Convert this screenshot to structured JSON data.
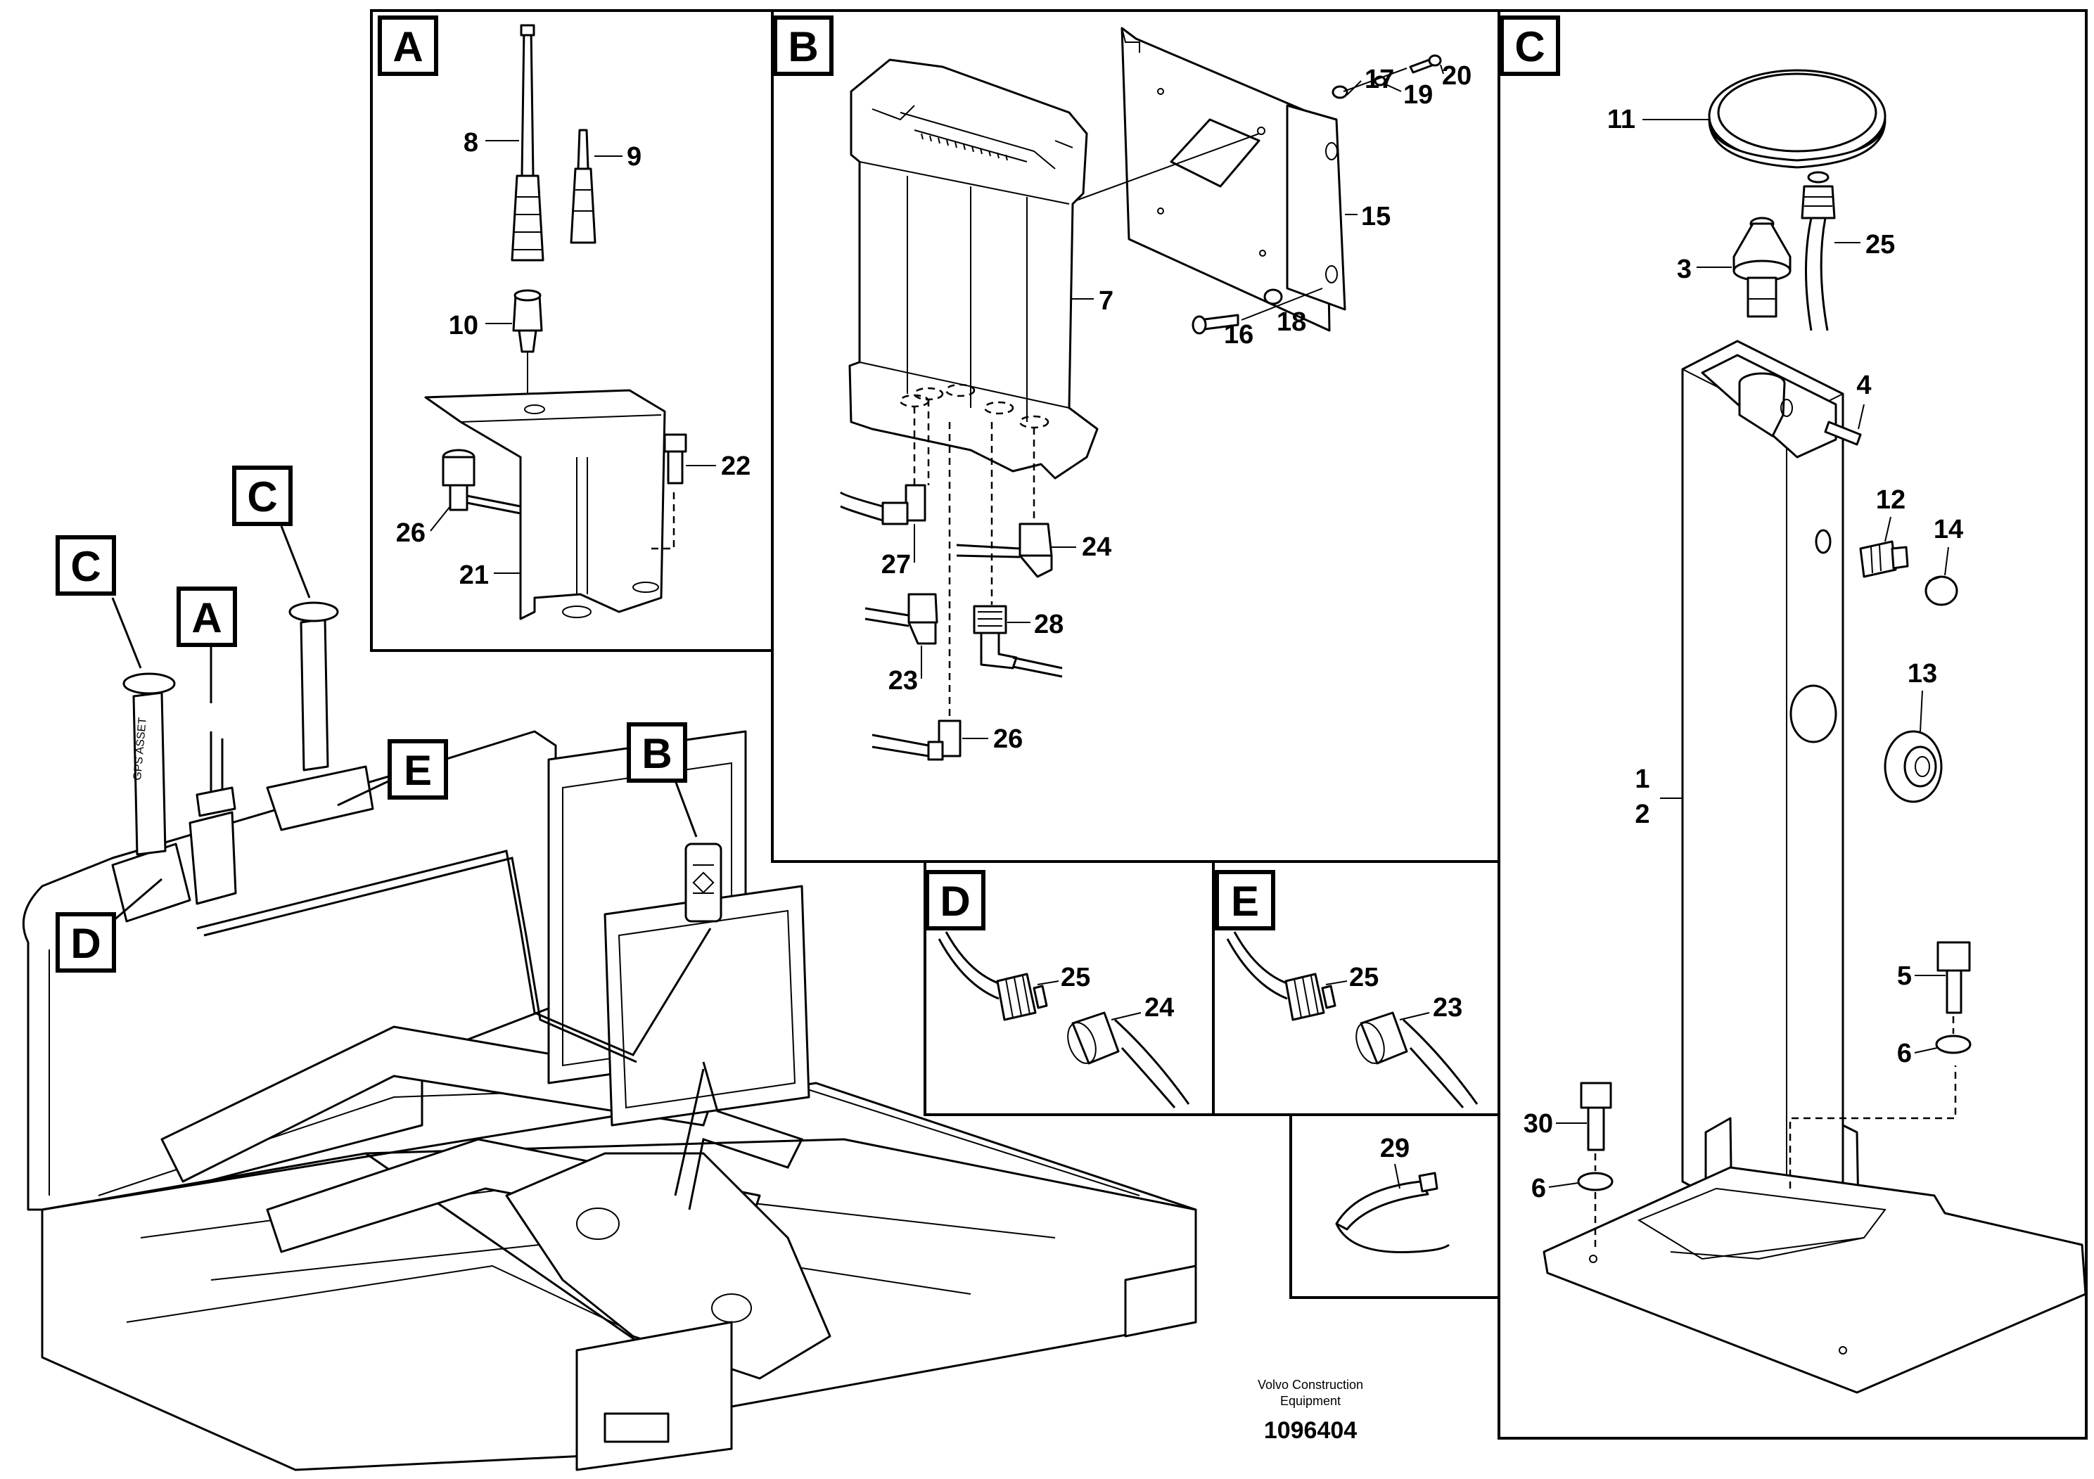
{
  "panels": {
    "A": "A",
    "B": "B",
    "C": "C",
    "D": "D",
    "E": "E"
  },
  "overview_labels": {
    "c_left": "C",
    "a": "A",
    "c_right": "C",
    "e": "E",
    "b": "B",
    "d": "D"
  },
  "parts": {
    "p1": "1",
    "p2": "2",
    "p3": "3",
    "p4": "4",
    "p5": "5",
    "p6a": "6",
    "p6b": "6",
    "p7": "7",
    "p8": "8",
    "p9": "9",
    "p10": "10",
    "p11": "11",
    "p12": "12",
    "p13": "13",
    "p14": "14",
    "p15": "15",
    "p16": "16",
    "p17": "17",
    "p18": "18",
    "p19": "19",
    "p20": "20",
    "p21": "21",
    "p22": "22",
    "p23b": "23",
    "p23e": "23",
    "p24b": "24",
    "p24d": "24",
    "p25c": "25",
    "p25d": "25",
    "p25e": "25",
    "p26a": "26",
    "p26b": "26",
    "p27": "27",
    "p28": "28",
    "p29": "29",
    "p30": "30"
  },
  "footer": {
    "company_line1": "Volvo Construction",
    "company_line2": "Equipment",
    "doc_number": "1096404"
  }
}
